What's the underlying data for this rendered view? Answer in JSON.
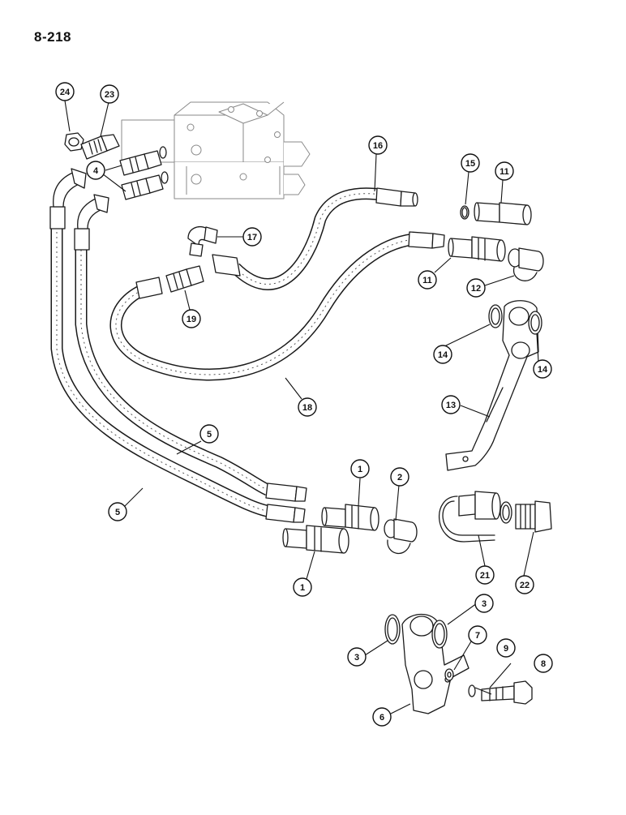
{
  "page_number": "8-218",
  "callouts": [
    {
      "id": "c24",
      "label": "24"
    },
    {
      "id": "c23",
      "label": "23"
    },
    {
      "id": "c4",
      "label": "4"
    },
    {
      "id": "c16",
      "label": "16"
    },
    {
      "id": "c15",
      "label": "15"
    },
    {
      "id": "c11a",
      "label": "11"
    },
    {
      "id": "c17",
      "label": "17"
    },
    {
      "id": "c11b",
      "label": "11"
    },
    {
      "id": "c12",
      "label": "12"
    },
    {
      "id": "c19",
      "label": "19"
    },
    {
      "id": "c14a",
      "label": "14"
    },
    {
      "id": "c14b",
      "label": "14"
    },
    {
      "id": "c18",
      "label": "18"
    },
    {
      "id": "c13",
      "label": "13"
    },
    {
      "id": "c5a",
      "label": "5"
    },
    {
      "id": "c1a",
      "label": "1"
    },
    {
      "id": "c2",
      "label": "2"
    },
    {
      "id": "c5b",
      "label": "5"
    },
    {
      "id": "c21",
      "label": "21"
    },
    {
      "id": "c22",
      "label": "22"
    },
    {
      "id": "c1b",
      "label": "1"
    },
    {
      "id": "c3a",
      "label": "3"
    },
    {
      "id": "c3b",
      "label": "3"
    },
    {
      "id": "c7",
      "label": "7"
    },
    {
      "id": "c9",
      "label": "9"
    },
    {
      "id": "c8",
      "label": "8"
    },
    {
      "id": "c6",
      "label": "6"
    }
  ]
}
